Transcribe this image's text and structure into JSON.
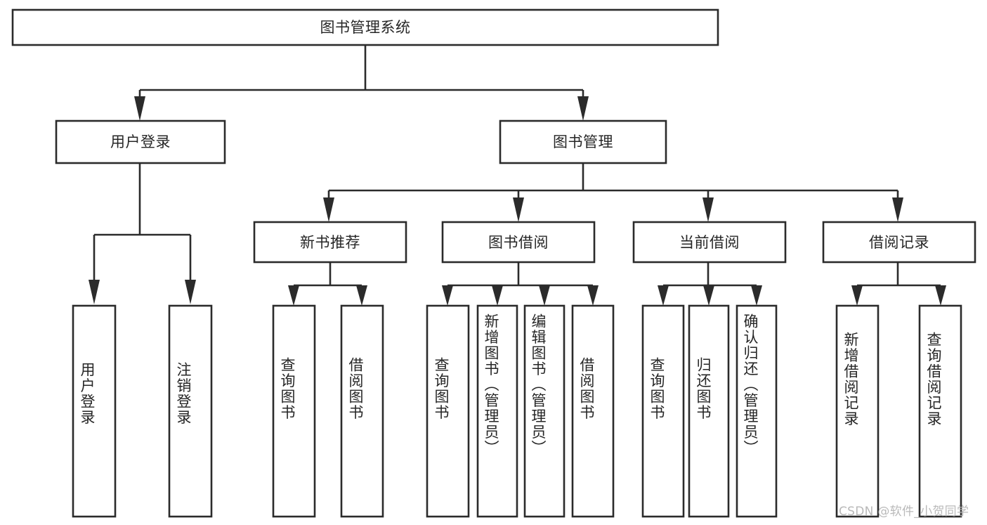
{
  "diagram": {
    "type": "tree-hierarchy",
    "title": "图书管理系统",
    "watermark": "CSDN @软件_小贺同学",
    "colors": {
      "background": "#ffffff",
      "stroke": "#2b2b2b",
      "text": "#262626",
      "watermark": "#b9b9b9"
    },
    "root": {
      "label": "图书管理系统"
    },
    "level2": [
      {
        "id": "user-login",
        "label": "用户登录"
      },
      {
        "id": "book-management",
        "label": "图书管理"
      }
    ],
    "level3": [
      {
        "id": "new-book-recommend",
        "label": "新书推荐",
        "parent": "book-management"
      },
      {
        "id": "book-borrow",
        "label": "图书借阅",
        "parent": "book-management"
      },
      {
        "id": "current-borrow",
        "label": "当前借阅",
        "parent": "book-management"
      },
      {
        "id": "borrow-record",
        "label": "借阅记录",
        "parent": "book-management"
      }
    ],
    "leaves": {
      "user-login": [
        {
          "id": "leaf-user-login",
          "label": "用户登录"
        },
        {
          "id": "leaf-logout",
          "label": "注销登录"
        }
      ],
      "new-book-recommend": [
        {
          "id": "leaf-query-book-1",
          "label": "查询图书"
        },
        {
          "id": "leaf-borrow-book-1",
          "label": "借阅图书"
        }
      ],
      "book-borrow": [
        {
          "id": "leaf-query-book-2",
          "label": "查询图书"
        },
        {
          "id": "leaf-add-book",
          "label": "新增图书（管理员）"
        },
        {
          "id": "leaf-edit-book",
          "label": "编辑图书（管理员）"
        },
        {
          "id": "leaf-borrow-book-2",
          "label": "借阅图书"
        }
      ],
      "current-borrow": [
        {
          "id": "leaf-query-book-3",
          "label": "查询图书"
        },
        {
          "id": "leaf-return-book",
          "label": "归还图书"
        },
        {
          "id": "leaf-confirm-return",
          "label": "确认归还（管理员）"
        }
      ],
      "borrow-record": [
        {
          "id": "leaf-add-record",
          "label": "新增借阅记录"
        },
        {
          "id": "leaf-query-record",
          "label": "查询借阅记录"
        }
      ]
    }
  }
}
